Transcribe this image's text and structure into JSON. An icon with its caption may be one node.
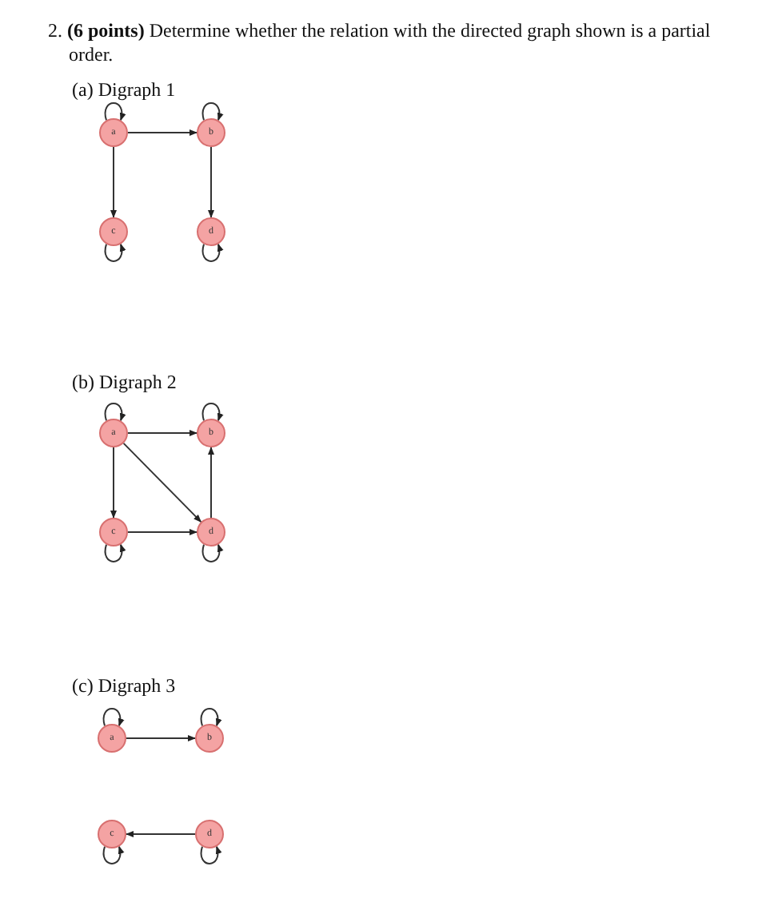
{
  "diagram": {
    "nodes": [
      {
        "text": [
          "a"
        ]
      },
      {
        "text": [
          "b"
        ]
      },
      {
        "text": [
          "c"
        ]
      },
      {
        "text": [
          "d"
        ]
      },
      {
        "text": [
          "a"
        ]
      },
      {
        "text": [
          "b"
        ]
      },
      {
        "text": [
          "c"
        ]
      },
      {
        "text": [
          "d"
        ]
      },
      {
        "text": [
          "a"
        ]
      },
      {
        "text": [
          "b"
        ]
      },
      {
        "text": [
          "c"
        ]
      },
      {
        "text": [
          "d"
        ]
      }
    ],
    "edges": [
      {
        "from": 0,
        "to": 0,
        "arrow": "to"
      },
      {
        "from": 1,
        "to": 1,
        "arrow": "to"
      },
      {
        "from": 2,
        "to": 2,
        "arrow": "to"
      },
      {
        "from": 3,
        "to": 3,
        "arrow": "to"
      },
      {
        "from": 0,
        "to": 1,
        "arrow": "to"
      },
      {
        "from": 0,
        "to": 2,
        "arrow": "to"
      },
      {
        "from": 1,
        "to": 3,
        "arrow": "to"
      },
      {
        "from": 4,
        "to": 4,
        "arrow": "to"
      },
      {
        "from": 5,
        "to": 5,
        "arrow": "to"
      },
      {
        "from": 6,
        "to": 6,
        "arrow": "to"
      },
      {
        "from": 7,
        "to": 7,
        "arrow": "to"
      },
      {
        "from": 4,
        "to": 5,
        "arrow": "to"
      },
      {
        "from": 4,
        "to": 6,
        "arrow": "to"
      },
      {
        "from": 4,
        "to": 7,
        "arrow": "to"
      },
      {
        "from": 6,
        "to": 7,
        "arrow": "to"
      },
      {
        "from": 7,
        "to": 5,
        "arrow": "to"
      },
      {
        "from": 8,
        "to": 8,
        "arrow": "to"
      },
      {
        "from": 9,
        "to": 9,
        "arrow": "to"
      },
      {
        "from": 10,
        "to": 10,
        "arrow": "to"
      },
      {
        "from": 11,
        "to": 11,
        "arrow": "to"
      },
      {
        "from": 8,
        "to": 9,
        "arrow": "to"
      },
      {
        "from": 11,
        "to": 10,
        "arrow": "to"
      }
    ],
    "labels": [
      "2. **(6 points)** Determine whether the relation with the directed graph shown is a partial order.",
      "(a) Digraph 1",
      "(b) Digraph 2",
      "(c) Digraph 3"
    ]
  }
}
